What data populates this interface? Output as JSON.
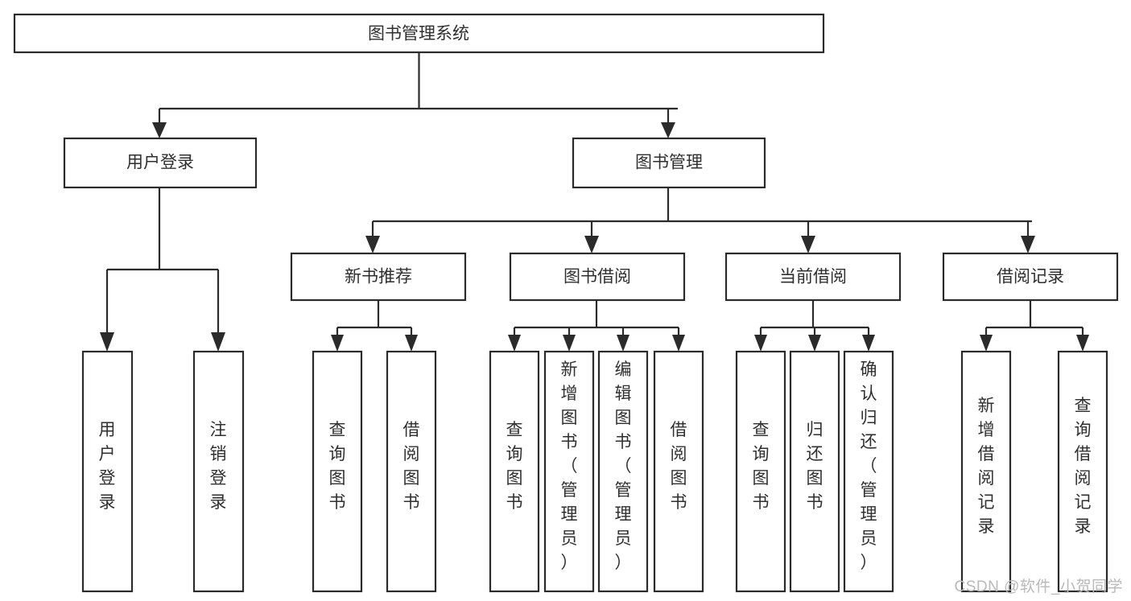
{
  "diagram": {
    "type": "tree-hierarchy-chart",
    "title_text": "图书管理系统",
    "watermark": "CSDN @软件_小贺同学",
    "colors": {
      "background": "#ffffff",
      "box_fill": "#ffffff",
      "box_stroke": "#2b2b2b",
      "text": "#2f2f2f",
      "watermark": "#b9b9b9"
    },
    "root": {
      "label": "图书管理系统"
    },
    "level2": [
      {
        "label": "用户登录"
      },
      {
        "label": "图书管理"
      }
    ],
    "level3": [
      {
        "label": "新书推荐"
      },
      {
        "label": "图书借阅"
      },
      {
        "label": "当前借阅"
      },
      {
        "label": "借阅记录"
      }
    ],
    "leaves": {
      "user_login": [
        {
          "label": "用户登录"
        },
        {
          "label": "注销登录"
        }
      ],
      "new_book_recommend": [
        {
          "label": "查询图书"
        },
        {
          "label": "借阅图书"
        }
      ],
      "book_borrow": [
        {
          "label": "查询图书"
        },
        {
          "label": "新增图书（管理员）"
        },
        {
          "label": "编辑图书（管理员）"
        },
        {
          "label": "借阅图书"
        }
      ],
      "current_borrow": [
        {
          "label": "查询图书"
        },
        {
          "label": "归还图书"
        },
        {
          "label": "确认归还（管理员）"
        }
      ],
      "borrow_record": [
        {
          "label": "新增借阅记录"
        },
        {
          "label": "查询借阅记录"
        }
      ]
    }
  }
}
